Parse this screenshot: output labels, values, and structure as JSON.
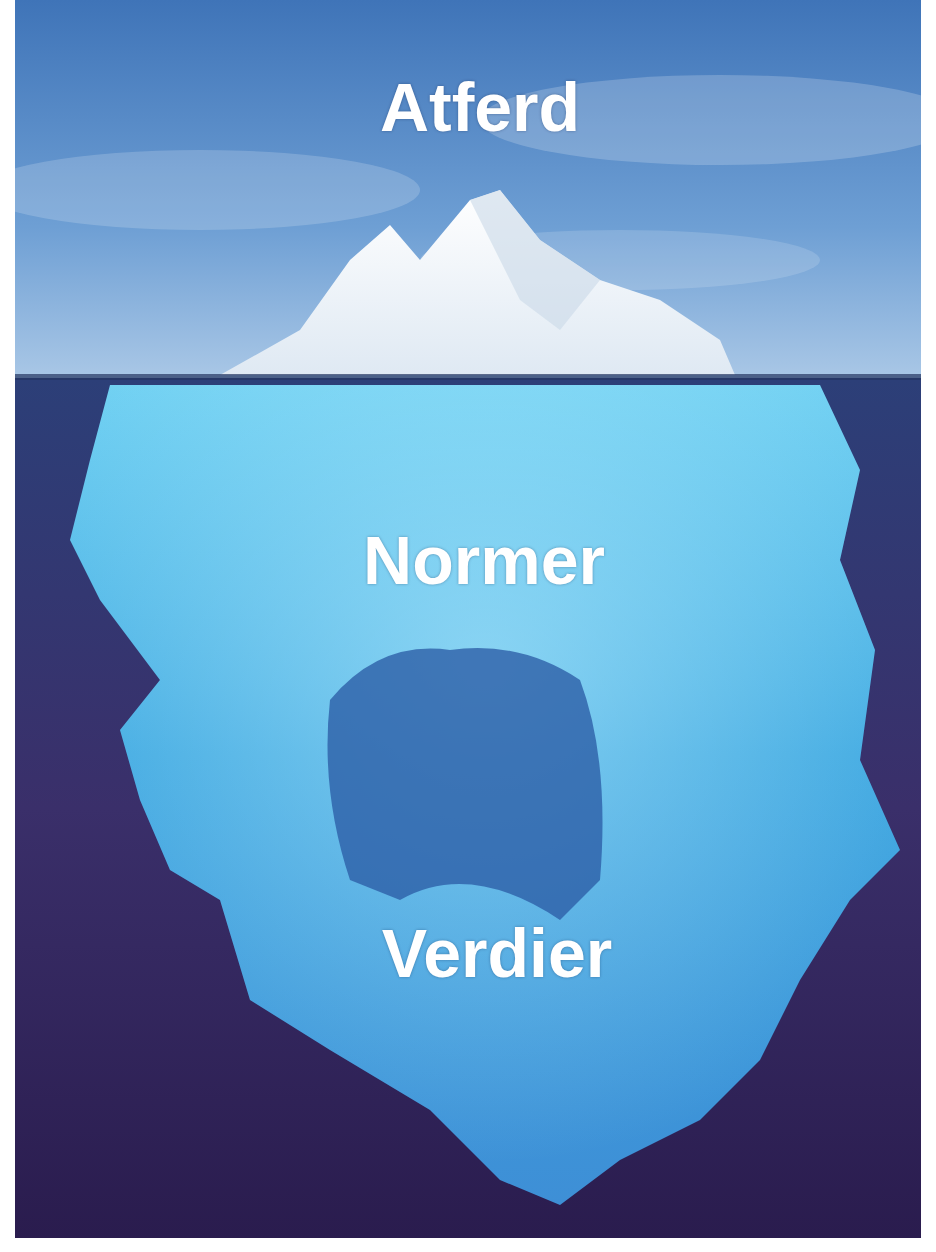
{
  "diagram": {
    "labels": [
      "Atferd",
      "Normer",
      "Verdier"
    ]
  }
}
